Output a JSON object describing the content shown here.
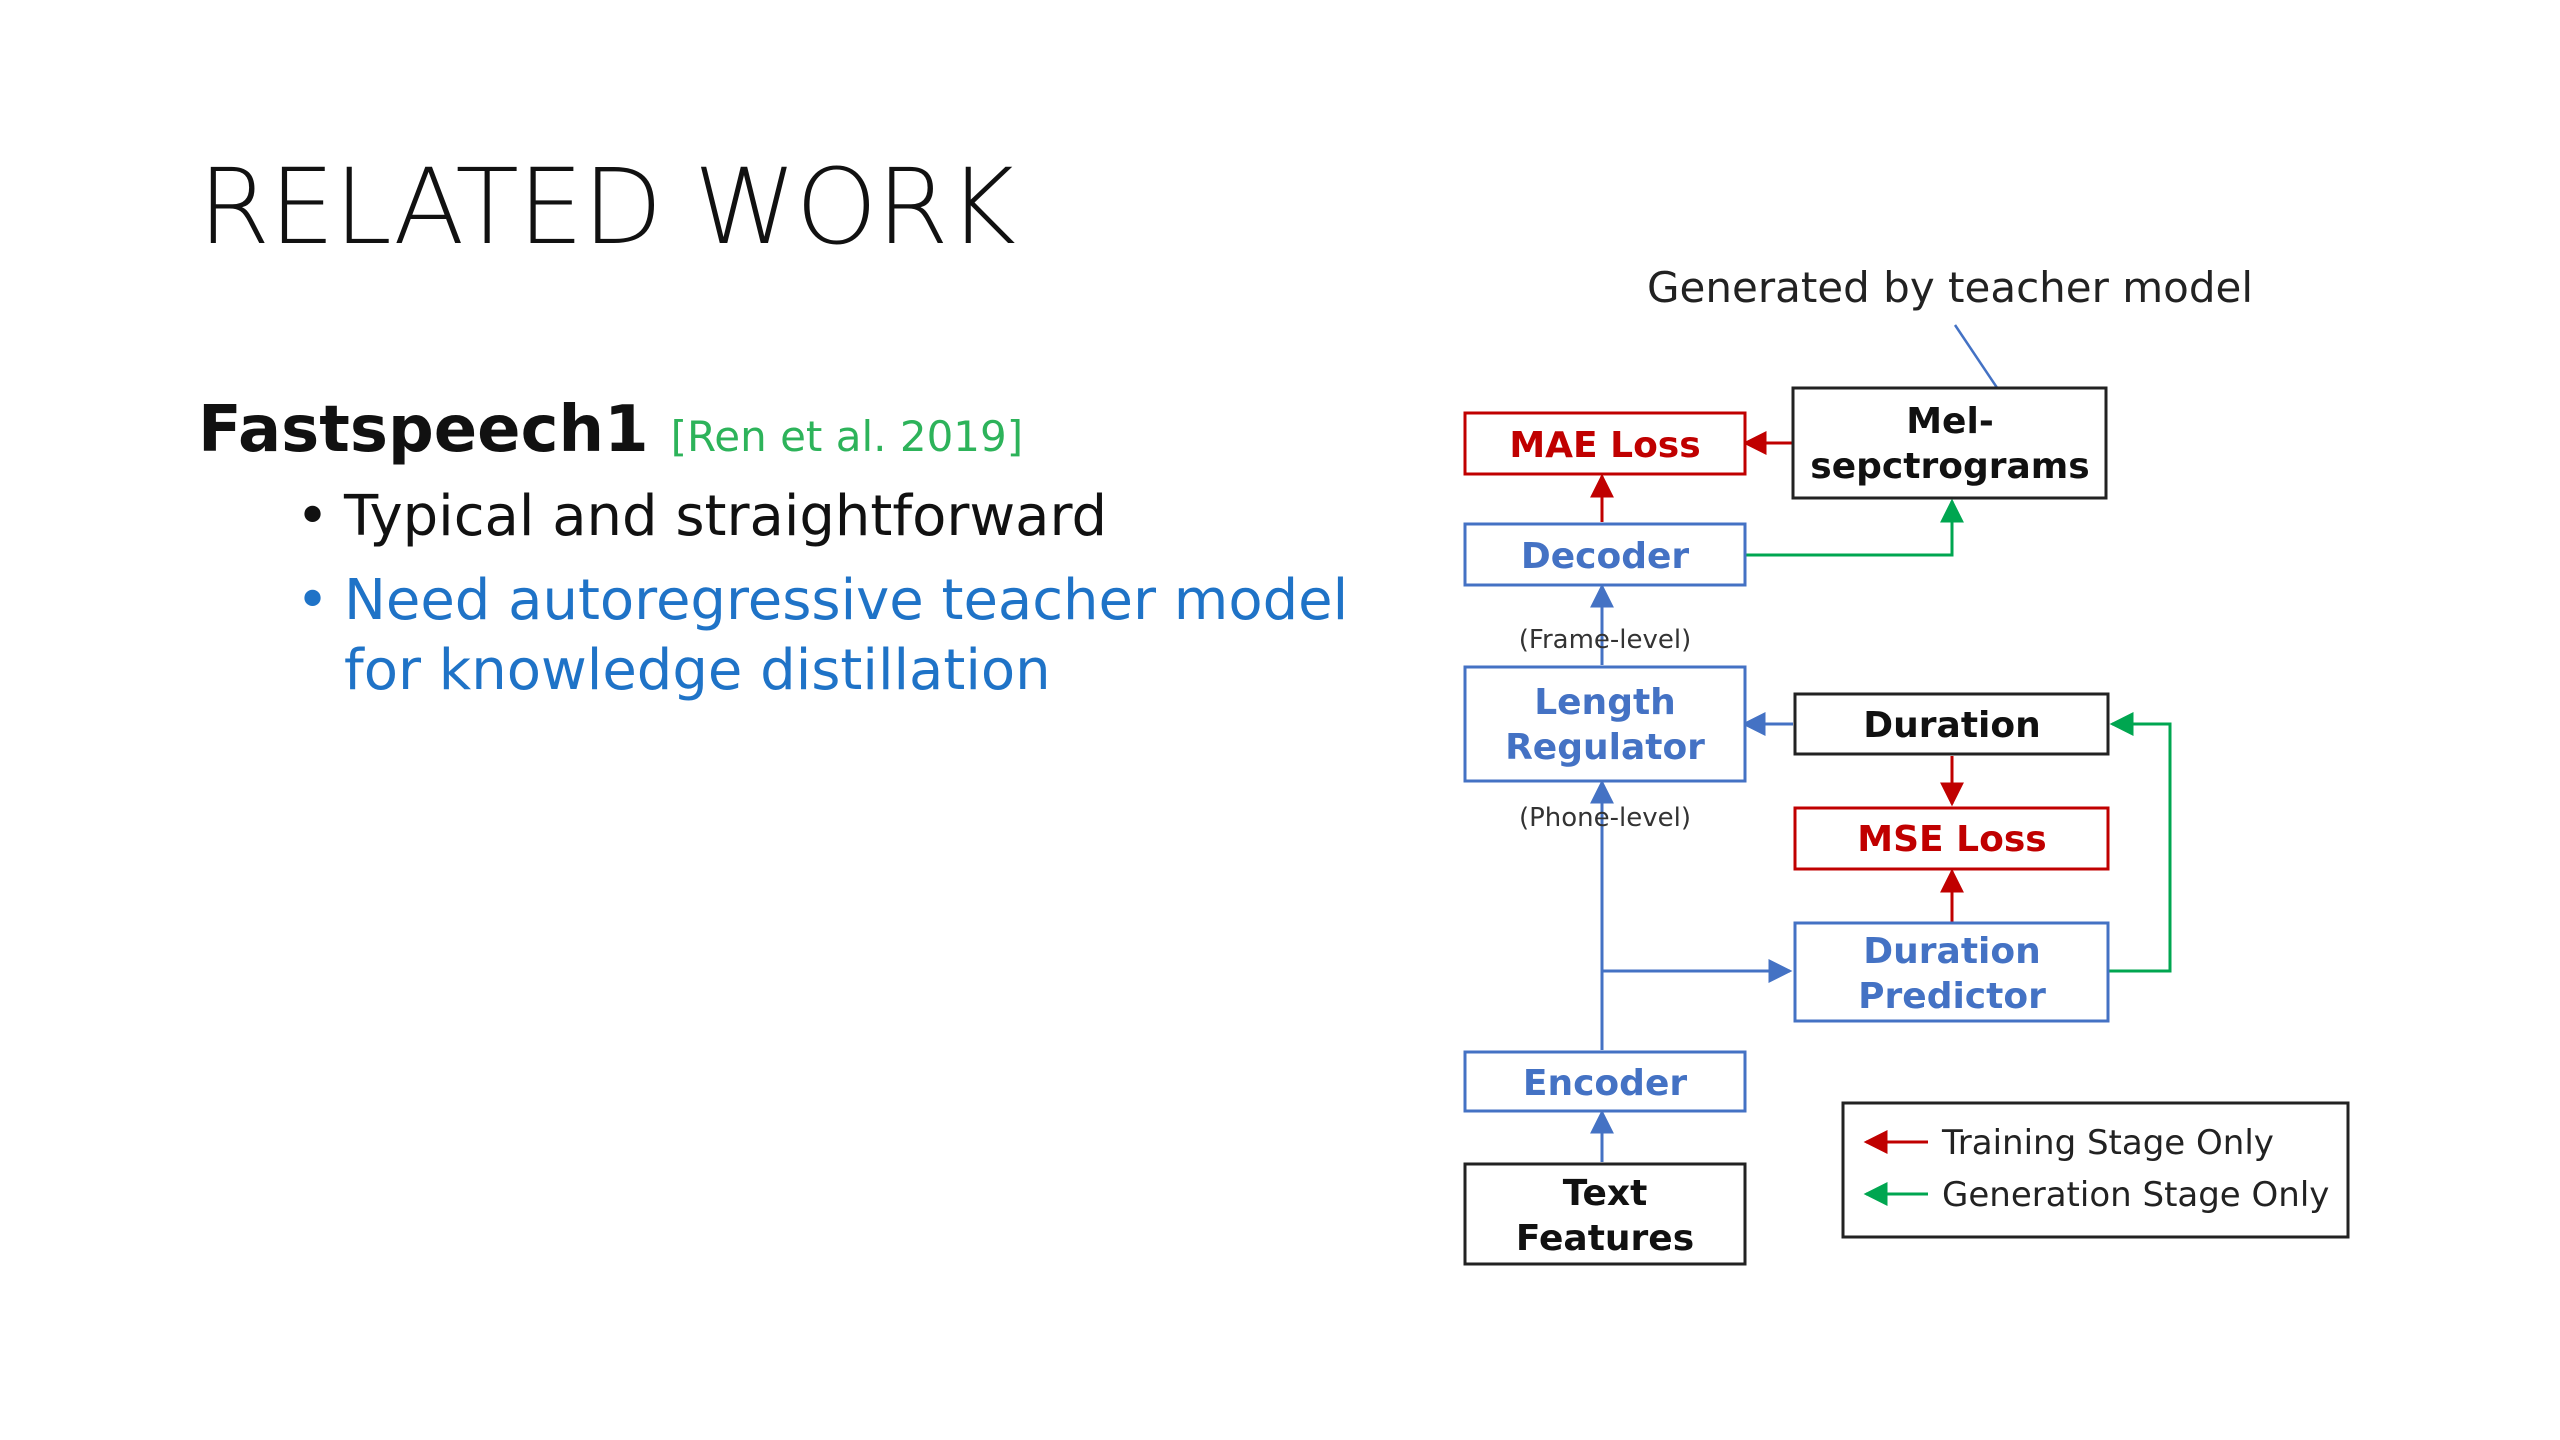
{
  "slide": {
    "title": "RELATED WORK",
    "subtitle": "Fastspeech1",
    "citation": "[Ren et al. 2019]",
    "bullets": [
      "Typical and straightforward",
      "Need autoregressive teacher model for knowledge distillation"
    ],
    "bullet_symbol": "•"
  },
  "diagram": {
    "annotation": "Generated by teacher model",
    "nodes": {
      "mae_loss": "MAE Loss",
      "mel_line1": "Mel-",
      "mel_line2": "sepctrograms",
      "decoder": "Decoder",
      "length_line1": "Length",
      "length_line2": "Regulator",
      "duration": "Duration",
      "mse_loss": "MSE Loss",
      "predictor_line1": "Duration",
      "predictor_line2": "Predictor",
      "encoder": "Encoder",
      "text_line1": "Text",
      "text_line2": "Features"
    },
    "edge_labels": {
      "frame_level": "(Frame-level)",
      "phone_level": "(Phone-level)"
    },
    "legend": {
      "training": "Training Stage Only",
      "generation": "Generation Stage Only"
    },
    "colors": {
      "blue": "#4472c4",
      "red": "#c00000",
      "green": "#00a650",
      "black": "#000000"
    }
  }
}
